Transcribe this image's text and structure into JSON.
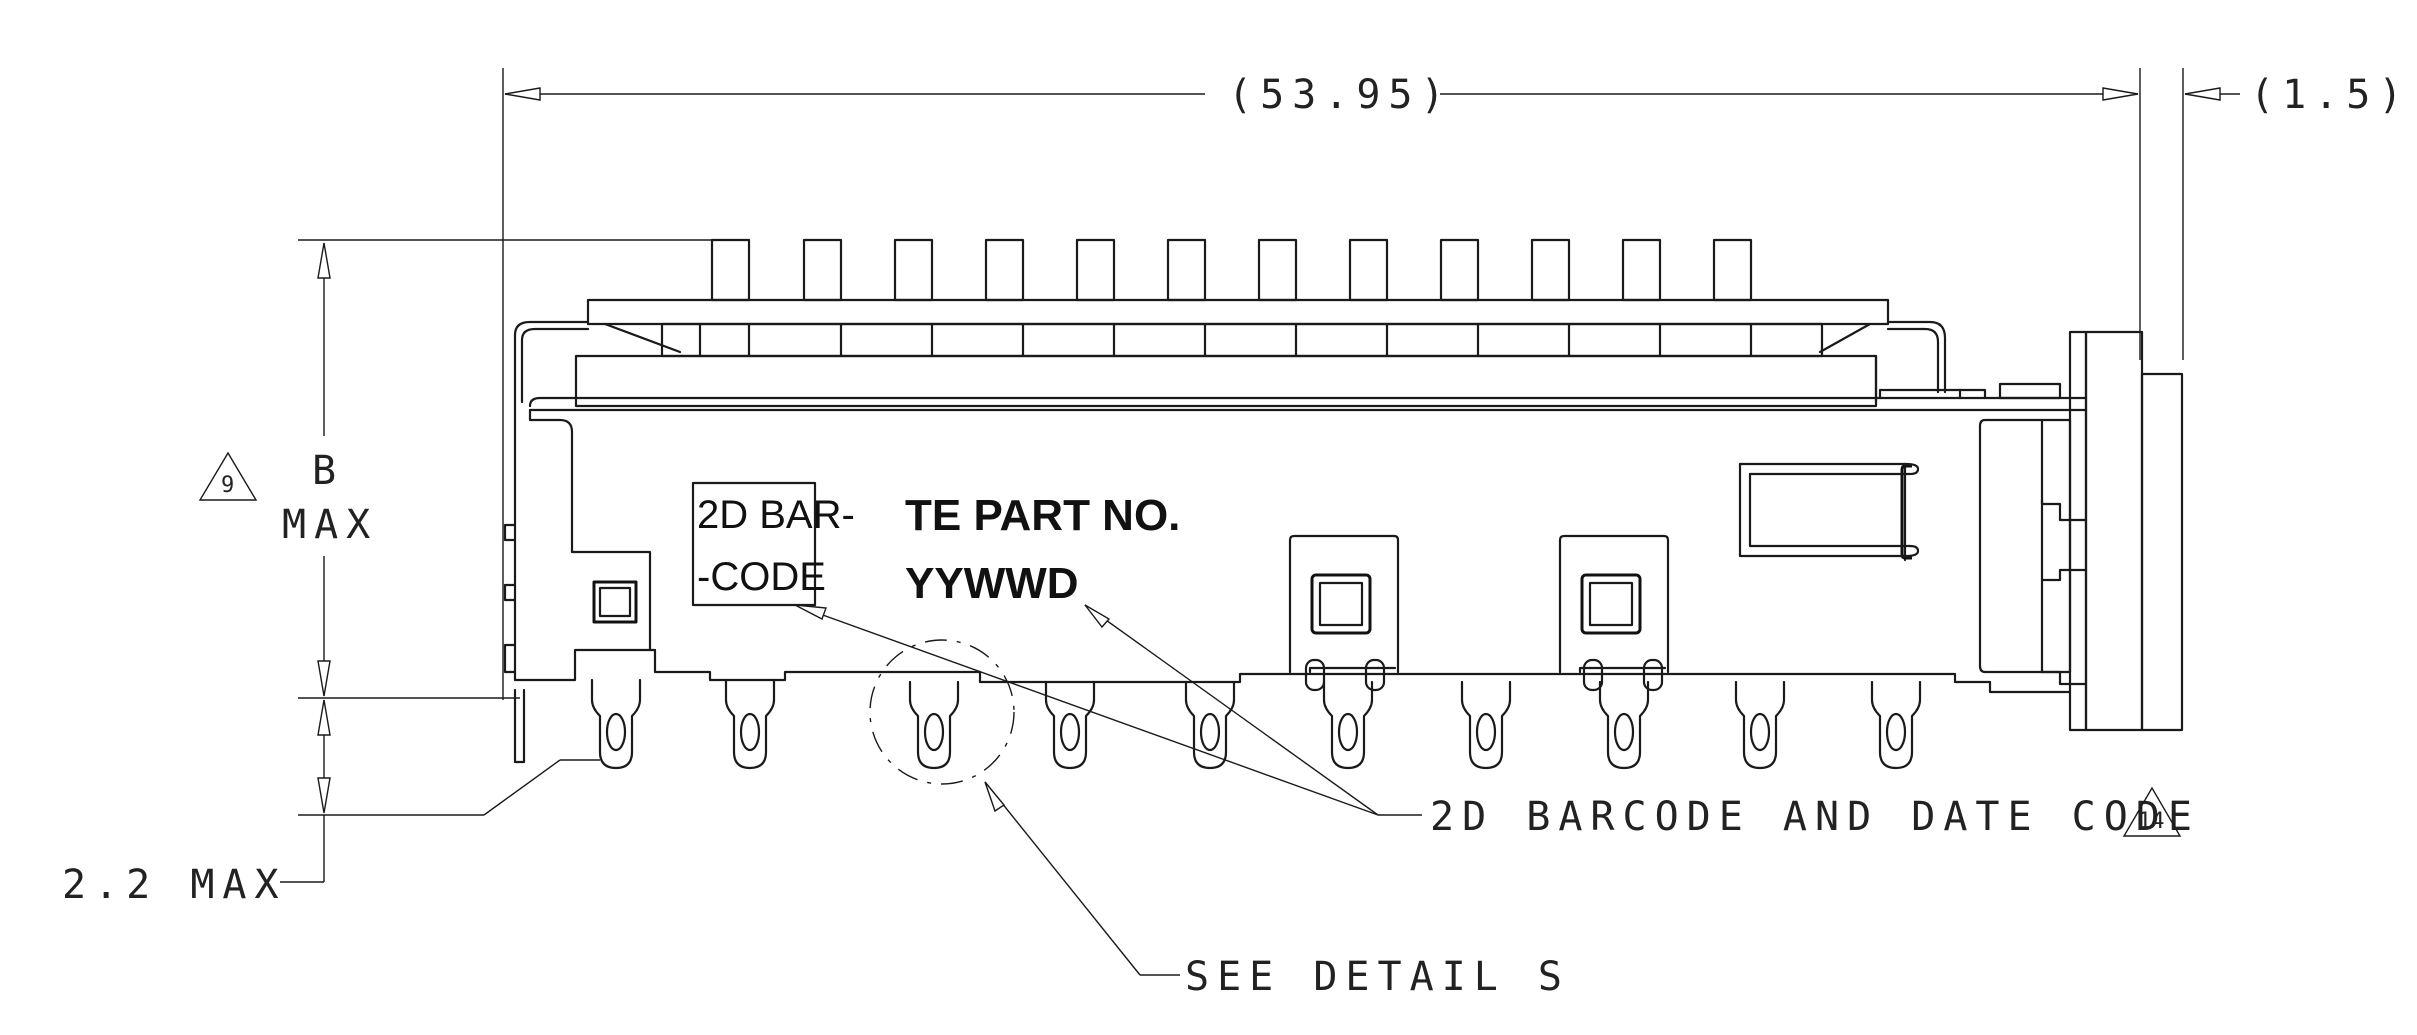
{
  "dimensions": {
    "overall_length": "(53.95)",
    "flange_offset": "(1.5)",
    "height_value": "B",
    "height_qualifier": "MAX",
    "height_note_flag": "9",
    "pin_length": "2.2 MAX"
  },
  "markings": {
    "part_number": "TE PART NO.",
    "date_code": "YYWWD",
    "barcode_line1": "2D BAR-",
    "barcode_line2": "-CODE"
  },
  "callouts": {
    "barcode_note": "2D BARCODE AND DATE CODE",
    "barcode_note_flag": "14",
    "detail_ref": "SEE DETAIL  S"
  }
}
